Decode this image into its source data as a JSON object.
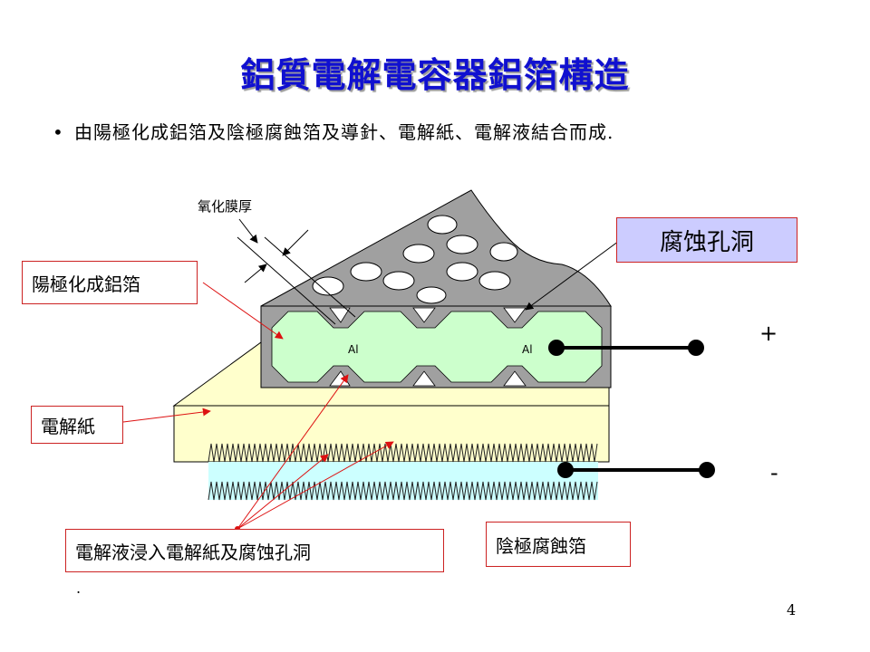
{
  "slide": {
    "title": "鋁質電解電容器鋁箔構造",
    "bullet_marker": "•",
    "bullet": "由陽極化成鋁箔及陰極腐蝕箔及導針、電解紙、電解液結合而成.",
    "page_number": "4",
    "trailing_mark": "."
  },
  "labels": {
    "oxide_thickness": "氧化膜厚",
    "etch_holes": "腐蚀孔洞",
    "anode_foil": "陽極化成鋁箔",
    "separator_paper": "電解紙",
    "electrolyte": "電解液浸入電解紙及腐蚀孔洞",
    "cathode_foil": "陰極腐蝕箔",
    "al_left": "Al",
    "al_right": "Al",
    "plus": "+",
    "minus": "-"
  },
  "colors": {
    "title": "#1010d0",
    "box_border": "#cc2222",
    "arrow": "#dd1111",
    "anode_fill": "#ccffcc",
    "oxide_gray": "#a0a0a0",
    "paper": "#ffffcc",
    "cathode": "#ccffff",
    "label_bg": "#ccccff"
  }
}
